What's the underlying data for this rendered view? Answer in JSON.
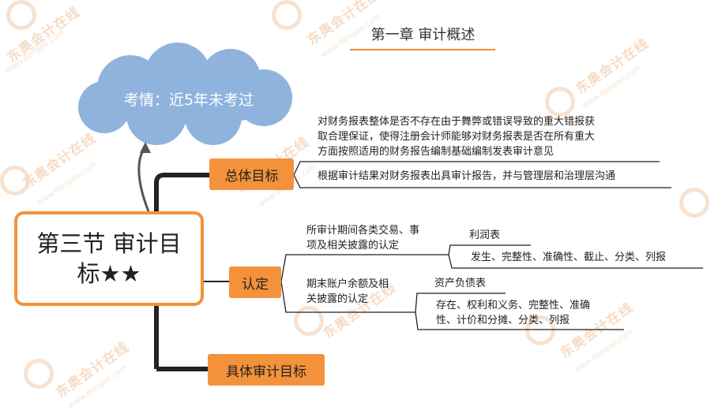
{
  "title": "第一章 审计概述",
  "cloud": "考情：近5年未考过",
  "main_node": "第三节 审计目标★★",
  "branch_overall": {
    "label": "总体目标",
    "items": [
      [
        "对财务报表整体是否不存在由于舞弊或错误导致的重大错报获",
        "取合理保证，使得注册会计师能够对财务报表是否在所有重大",
        "方面按照适用的财务报告编制基础编制发表审计意见"
      ],
      "根据审计结果对财务报表出具审计报告，并与管理层和治理层沟通"
    ]
  },
  "branch_assertion": {
    "label": "认定",
    "group1": {
      "label": [
        "所审计期间各类交易、事",
        "项及相关披露的认定"
      ],
      "sub_label": "利润表",
      "items": "发生、完整性、准确性、截止、分类、列报"
    },
    "group2": {
      "label": [
        "期末账户余额及相",
        "关披露的认定"
      ],
      "sub_label": "资产负债表",
      "items": [
        "存在、权利和义务、完整性、准确",
        "性、计价和分摊、分类、列报"
      ]
    }
  },
  "branch_specific": {
    "label": "具体审计目标"
  },
  "watermark": {
    "brand": "东奥会计在线",
    "url": "www.dongao.com"
  },
  "colors": {
    "accent": "#f3923a",
    "cloud": "#8fb3dd",
    "line": "#222222"
  }
}
